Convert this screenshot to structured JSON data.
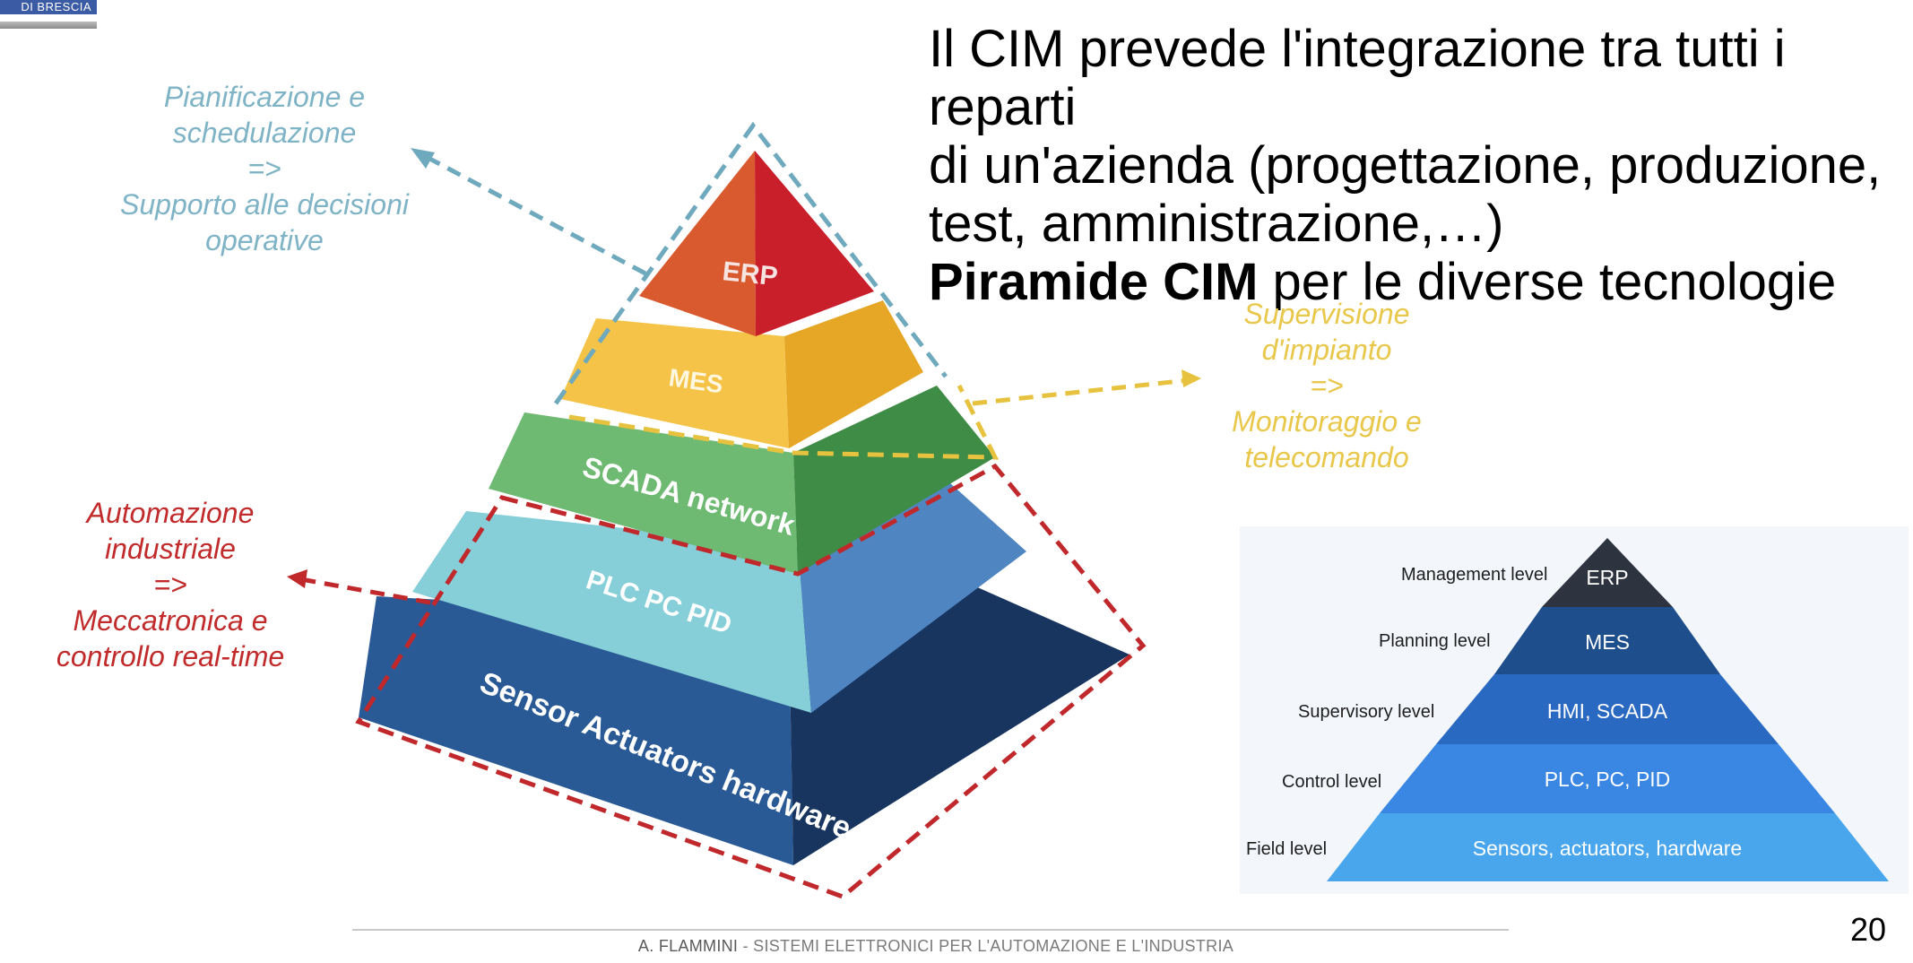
{
  "header": {
    "logo_text": "DI BRESCIA"
  },
  "headline": {
    "line1": "Il CIM prevede l'integrazione tra tutti i reparti",
    "line2": "di un'azienda (progettazione, produzione,",
    "line3": "test, amministrazione,…)",
    "emphasis": "Piramide CIM",
    "line4_rest": " per le diverse tecnologie"
  },
  "pyramid_3d": {
    "layers": [
      {
        "label": "ERP",
        "color": "#d2302c"
      },
      {
        "label": "MES",
        "color": "#f2b72e"
      },
      {
        "label": "SCADA network",
        "color": "#4e9e57"
      },
      {
        "label": "PLC PC PID",
        "color": "#86cfd8"
      },
      {
        "label": "Sensor Actuators hardware",
        "color": "#2a5a96"
      }
    ],
    "annotations": {
      "blue": {
        "lines": [
          "Pianificazione e",
          "schedulazione",
          "=>",
          "Supporto alle decisioni",
          "operative"
        ],
        "color": "#6fa9bd"
      },
      "yellow": {
        "lines": [
          "Supervisione",
          "d'impianto",
          "=>",
          "Monitoraggio e",
          "telecomando"
        ],
        "color": "#e7c23e"
      },
      "red": {
        "lines": [
          "Automazione",
          "industriale",
          "=>",
          "Meccatronica e",
          "controllo real-time"
        ],
        "color": "#c0282b"
      }
    }
  },
  "pyramid_flat": {
    "levels": [
      {
        "level": "Management level",
        "tier": "ERP",
        "color": "#2e3340"
      },
      {
        "level": "Planning level",
        "tier": "MES",
        "color": "#1f4e8c"
      },
      {
        "level": "Supervisory level",
        "tier": "HMI, SCADA",
        "color": "#2a69c1"
      },
      {
        "level": "Control level",
        "tier": "PLC, PC, PID",
        "color": "#3a86e3"
      },
      {
        "level": "Field level",
        "tier": "Sensors, actuators, hardware",
        "color": "#4aa6ec"
      }
    ]
  },
  "footer": {
    "author": "A. FLAMMINI",
    "separator": " - ",
    "course": "SISTEMI ELETTRONICI PER L'AUTOMAZIONE E L'INDUSTRIA",
    "page_number": "20"
  }
}
